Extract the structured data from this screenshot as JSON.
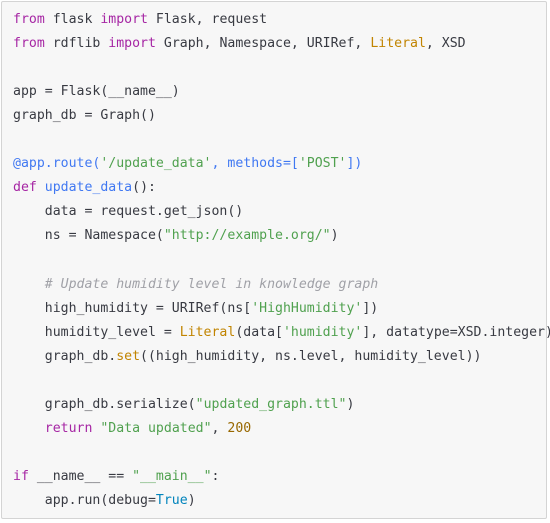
{
  "code": {
    "language": "python",
    "lines": [
      [
        {
          "t": "from",
          "c": "kw"
        },
        {
          "t": " flask ",
          "c": ""
        },
        {
          "t": "import",
          "c": "kw"
        },
        {
          "t": " Flask, request",
          "c": ""
        }
      ],
      [
        {
          "t": "from",
          "c": "kw"
        },
        {
          "t": " rdflib ",
          "c": ""
        },
        {
          "t": "import",
          "c": "kw"
        },
        {
          "t": " Graph, Namespace, URIRef, ",
          "c": ""
        },
        {
          "t": "Literal",
          "c": "lit"
        },
        {
          "t": ", XSD",
          "c": ""
        }
      ],
      [],
      [
        {
          "t": "app = Flask(__name__)",
          "c": ""
        }
      ],
      [
        {
          "t": "graph_db = Graph()",
          "c": ""
        }
      ],
      [],
      [
        {
          "t": "@app.route(",
          "c": "dec"
        },
        {
          "t": "'/update_data'",
          "c": "str"
        },
        {
          "t": ", methods=[",
          "c": "dec"
        },
        {
          "t": "'POST'",
          "c": "str"
        },
        {
          "t": "])",
          "c": "dec"
        }
      ],
      [
        {
          "t": "def",
          "c": "kw"
        },
        {
          "t": " ",
          "c": ""
        },
        {
          "t": "update_data",
          "c": "fn"
        },
        {
          "t": "():",
          "c": ""
        }
      ],
      [
        {
          "t": "    data = request.get_json()",
          "c": ""
        }
      ],
      [
        {
          "t": "    ns = Namespace(",
          "c": ""
        },
        {
          "t": "\"http://example.org/\"",
          "c": "str"
        },
        {
          "t": ")",
          "c": ""
        }
      ],
      [],
      [
        {
          "t": "    ",
          "c": ""
        },
        {
          "t": "# Update humidity level in knowledge graph",
          "c": "cmt"
        }
      ],
      [
        {
          "t": "    high_humidity = URIRef(ns[",
          "c": ""
        },
        {
          "t": "'HighHumidity'",
          "c": "str"
        },
        {
          "t": "])",
          "c": ""
        }
      ],
      [
        {
          "t": "    humidity_level = ",
          "c": ""
        },
        {
          "t": "Literal",
          "c": "lit"
        },
        {
          "t": "(data[",
          "c": ""
        },
        {
          "t": "'humidity'",
          "c": "str"
        },
        {
          "t": "], datatype=XSD.integer)",
          "c": ""
        }
      ],
      [
        {
          "t": "    graph_db.",
          "c": ""
        },
        {
          "t": "set",
          "c": "lit"
        },
        {
          "t": "((high_humidity, ns.level, humidity_level))",
          "c": ""
        }
      ],
      [],
      [
        {
          "t": "    graph_db.serialize(",
          "c": ""
        },
        {
          "t": "\"updated_graph.ttl\"",
          "c": "str"
        },
        {
          "t": ")",
          "c": ""
        }
      ],
      [
        {
          "t": "    ",
          "c": ""
        },
        {
          "t": "return",
          "c": "kw"
        },
        {
          "t": " ",
          "c": ""
        },
        {
          "t": "\"Data updated\"",
          "c": "str"
        },
        {
          "t": ", ",
          "c": ""
        },
        {
          "t": "200",
          "c": "num"
        }
      ],
      [],
      [
        {
          "t": "if",
          "c": "kw"
        },
        {
          "t": " __name__ == ",
          "c": ""
        },
        {
          "t": "\"__main__\"",
          "c": "str"
        },
        {
          "t": ":",
          "c": ""
        }
      ],
      [
        {
          "t": "    app.run(debug=",
          "c": ""
        },
        {
          "t": "True",
          "c": "builtin"
        },
        {
          "t": ")",
          "c": ""
        }
      ]
    ]
  },
  "colors": {
    "background": "#f7f7f7",
    "border": "#d4d4d4",
    "text": "#383a42",
    "keyword": "#a626a4",
    "function": "#4078f2",
    "string": "#50a14f",
    "number": "#986801",
    "comment": "#a0a1a7",
    "builtin": "#0184bc",
    "literal": "#c18401"
  }
}
